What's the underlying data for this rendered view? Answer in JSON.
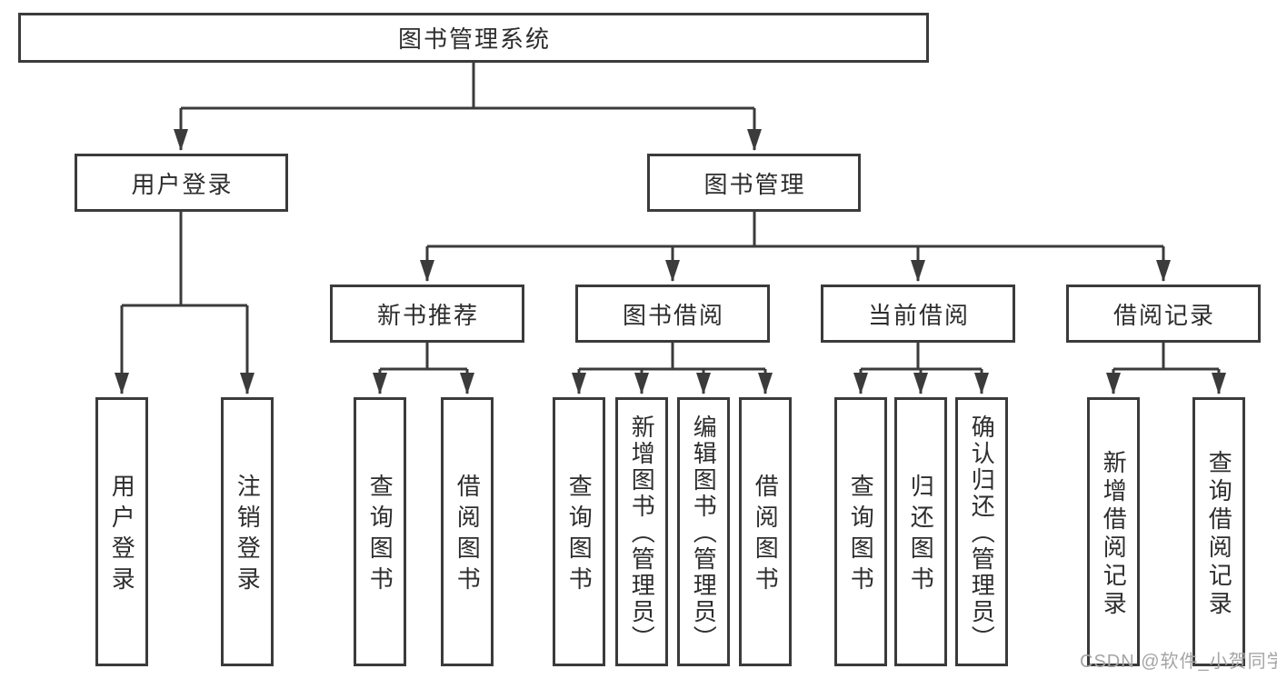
{
  "diagram": {
    "type": "tree",
    "root": {
      "label": "图书管理系统"
    },
    "level2": {
      "user_login": "用户登录",
      "book_management": "图书管理"
    },
    "level3": {
      "new_book_recommend": "新书推荐",
      "book_borrowing": "图书借阅",
      "current_borrowing": "当前借阅",
      "borrow_records": "借阅记录"
    },
    "leaves": {
      "user_login": [
        "用户登录",
        "注销登录"
      ],
      "new_book_recommend": [
        "查询图书",
        "借阅图书"
      ],
      "book_borrowing": [
        "查询图书",
        "新增图书（管理员）",
        "编辑图书（管理员）",
        "借阅图书"
      ],
      "current_borrowing": [
        "查询图书",
        "归还图书",
        "确认归还（管理员）"
      ],
      "borrow_records": [
        "新增借阅记录",
        "查询借阅记录"
      ]
    }
  },
  "watermark": "CSDN @软件_小贺同学",
  "colors": {
    "line": "#3b3b3b",
    "text": "#2d2d2d",
    "box_background": "#ffffff",
    "page_background": "#ffffff",
    "watermark": "#a5a5a5"
  }
}
